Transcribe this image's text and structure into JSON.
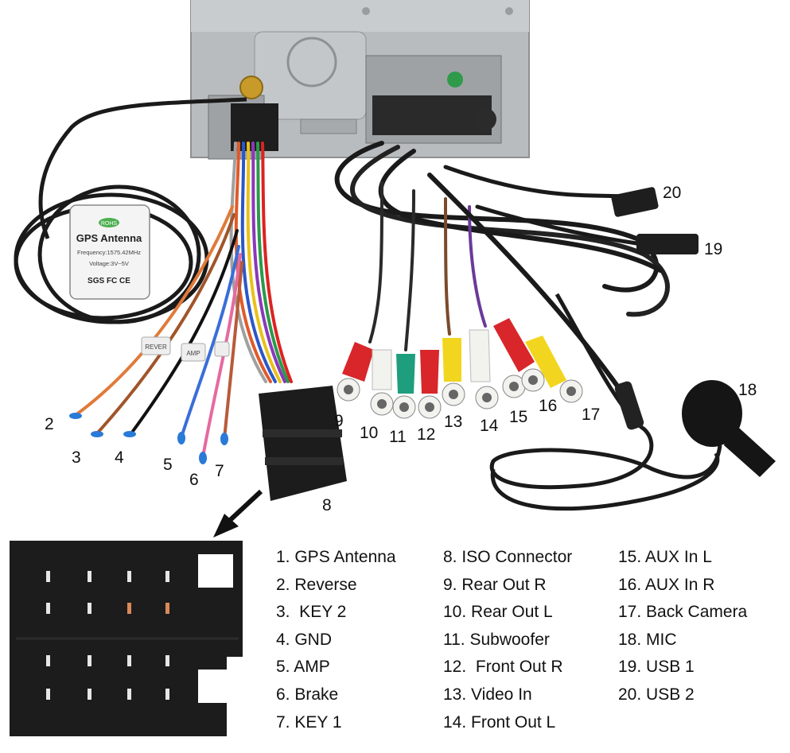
{
  "gps_label": {
    "badge": "ROHS",
    "title": "GPS Antenna",
    "frequency": "Frequency:1575.42MHz",
    "voltage": "Voltage:3V~5V",
    "marks": "SGS  FC  CE"
  },
  "wire_tags": {
    "reverse": "REVER",
    "amp": "AMP"
  },
  "callouts": {
    "n2": "2",
    "n3": "3",
    "n4": "4",
    "n5": "5",
    "n6": "6",
    "n7": "7",
    "n8": "8",
    "n9": "9",
    "n10": "10",
    "n11": "11",
    "n12": "12",
    "n13": "13",
    "n14": "14",
    "n15": "15",
    "n16": "16",
    "n17": "17",
    "n18": "18",
    "n19": "19",
    "n20": "20"
  },
  "colors": {
    "rca_red": "#d8262a",
    "rca_white": "#f2f2ee",
    "rca_green": "#1f9e7e",
    "rca_yellow": "#f2d51e",
    "cable": "#1a1a1a",
    "chassis": "#bfc2c5"
  },
  "legend": {
    "col1": [
      "1. GPS Antenna",
      "2. Reverse",
      "3.  KEY 2",
      "4. GND",
      "5. AMP",
      "6. Brake",
      "7. KEY 1"
    ],
    "col2": [
      "8. ISO Connector",
      "9. Rear Out R",
      "10. Rear Out L",
      "11. Subwoofer",
      "12.  Front Out R",
      "13. Video In",
      "14. Front Out L"
    ],
    "col3": [
      "15. AUX In L",
      "16. AUX In R",
      "17. Back Camera",
      "18. MIC",
      "19. USB 1",
      "20. USB 2"
    ]
  }
}
